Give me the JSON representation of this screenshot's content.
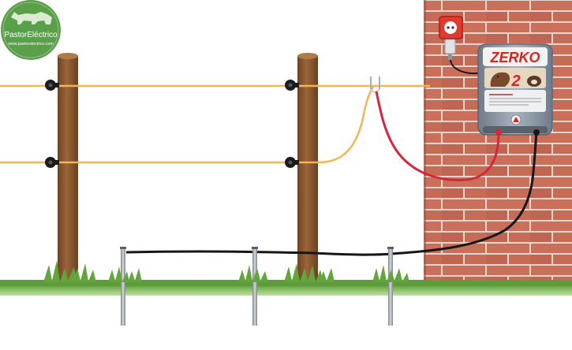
{
  "logo": {
    "name_part1": "Pastor",
    "name_part2": "Eléctrico",
    "url": "www.pastorelectrico.com",
    "icon": "cow-herd-icon",
    "color": "#5aa04a"
  },
  "energizer": {
    "brand": "ZERKO",
    "model": "2",
    "body_color": "#8c98a6",
    "brand_color": "#d7261e"
  },
  "colors": {
    "wall": "#c96f5a",
    "mortar": "#ead7cf",
    "post": "#8b5a32",
    "polytape": "#f4b458",
    "red_cable": "#d7263a",
    "black_cable": "#161616",
    "ground": "#5e9b3a",
    "rod": "#a6aeb4"
  }
}
